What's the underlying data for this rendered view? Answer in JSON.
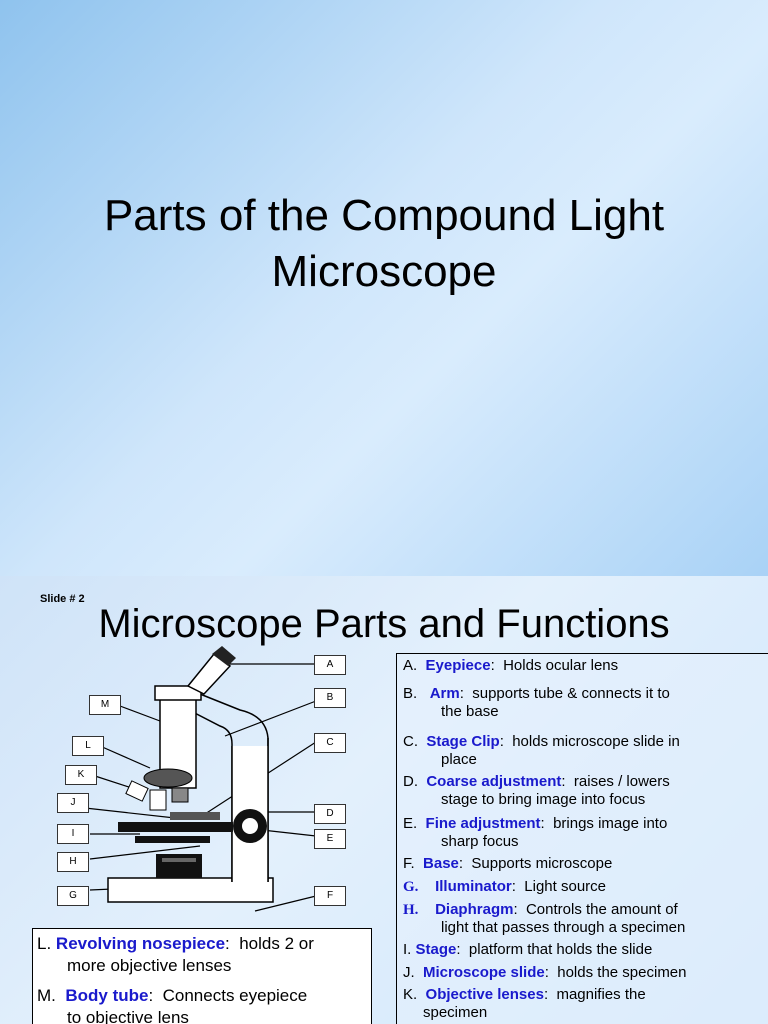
{
  "slide1": {
    "title_line1": "Parts of the Compound Light",
    "title_line2": "Microscope"
  },
  "slide2": {
    "slide_number": "Slide # 2",
    "title": "Microscope Parts and  Functions",
    "callouts": [
      "A",
      "B",
      "C",
      "D",
      "E",
      "F",
      "G",
      "H",
      "I",
      "J",
      "K",
      "L",
      "M"
    ],
    "items": [
      {
        "letter": "A.",
        "term": "Eyepiece",
        "desc": "Holds ocular lens",
        "desc2": ""
      },
      {
        "letter": "B.",
        "term": "Arm",
        "desc": "supports tube & connects it to",
        "desc2": "the base"
      },
      {
        "letter": "C.",
        "term": "Stage Clip",
        "desc": "holds microscope slide in",
        "desc2": "place"
      },
      {
        "letter": "D.",
        "term": "Coarse adjustment",
        "desc": "raises / lowers",
        "desc2": "stage to bring image into focus"
      },
      {
        "letter": "E.",
        "term": "Fine adjustment",
        "desc": "brings image into",
        "desc2": "sharp focus"
      },
      {
        "letter": "F.",
        "term": "Base",
        "desc": "Supports microscope",
        "desc2": ""
      },
      {
        "letter": "G.",
        "term": "Illuminator",
        "desc": "Light source",
        "desc2": ""
      },
      {
        "letter": "H.",
        "term": "Diaphragm",
        "desc": "Controls the amount of",
        "desc2": "light that passes through a specimen"
      },
      {
        "letter": "I.",
        "term": "Stage",
        "desc": "platform that holds the slide",
        "desc2": ""
      },
      {
        "letter": "J.",
        "term": "Microscope slide",
        "desc": "holds the specimen",
        "desc2": ""
      },
      {
        "letter": "K.",
        "term": "Objective lenses",
        "desc": "magnifies the",
        "desc2": "specimen"
      }
    ],
    "lower_items": [
      {
        "letter": "L.",
        "term": "Revolving nosepiece",
        "desc": "holds 2 or",
        "desc2": "more objective lenses"
      },
      {
        "letter": "M.",
        "term": "Body tube",
        "desc": "Connects eyepiece",
        "desc2": "to objective lens"
      }
    ]
  }
}
